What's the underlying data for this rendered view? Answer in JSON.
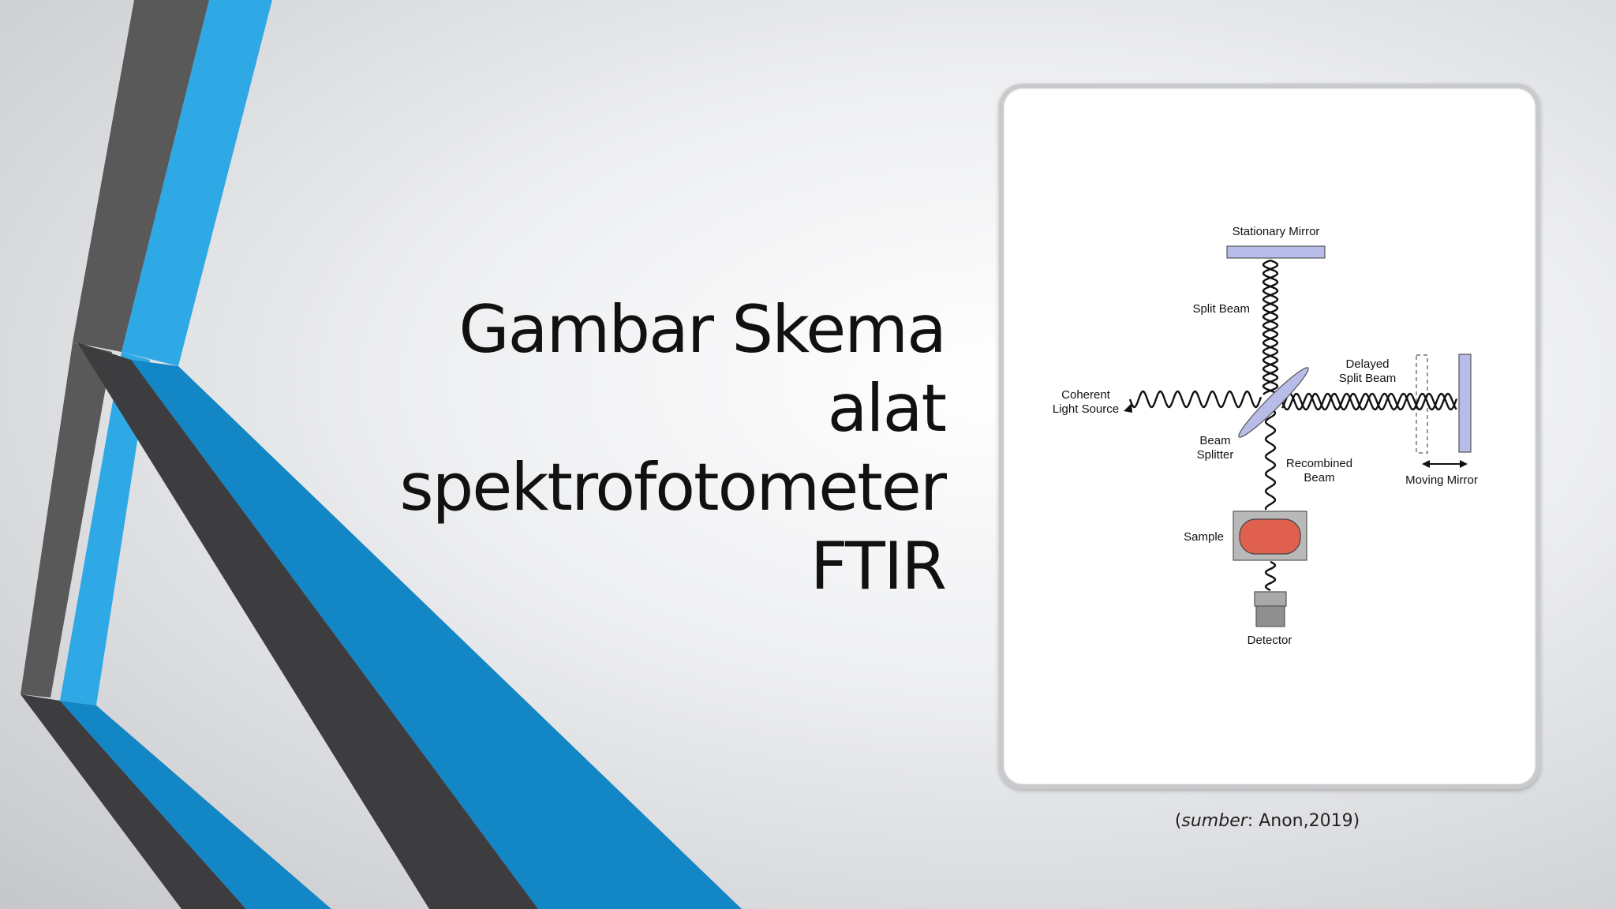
{
  "slide": {
    "title_lines": [
      "Gambar Skema alat",
      "spektrofotometer",
      "FTIR"
    ],
    "caption": {
      "open": "(",
      "source_word": "sumber",
      "rest": ": Anon,2019)"
    }
  },
  "diagram": {
    "labels": {
      "stationary_mirror": "Stationary Mirror",
      "split_beam": "Split Beam",
      "delayed_line1": "Delayed",
      "delayed_line2": "Split Beam",
      "coherent_line1": "Coherent",
      "coherent_line2": "Light Source",
      "beam_splitter_line1": "Beam",
      "beam_splitter_line2": "Splitter",
      "recombined_line1": "Recombined",
      "recombined_line2": "Beam",
      "moving_mirror": "Moving Mirror",
      "sample": "Sample",
      "detector": "Detector"
    },
    "colors": {
      "mirror": "#b7bde8",
      "sample": "#e0604f",
      "sample_box": "#b9b9b9",
      "detector": "#8f8f8f"
    }
  },
  "decor_colors": {
    "dark": "#3d3c3f",
    "dark_edge": "#595959",
    "blue": "#1386c6",
    "light_blue": "#2fa8e6"
  }
}
